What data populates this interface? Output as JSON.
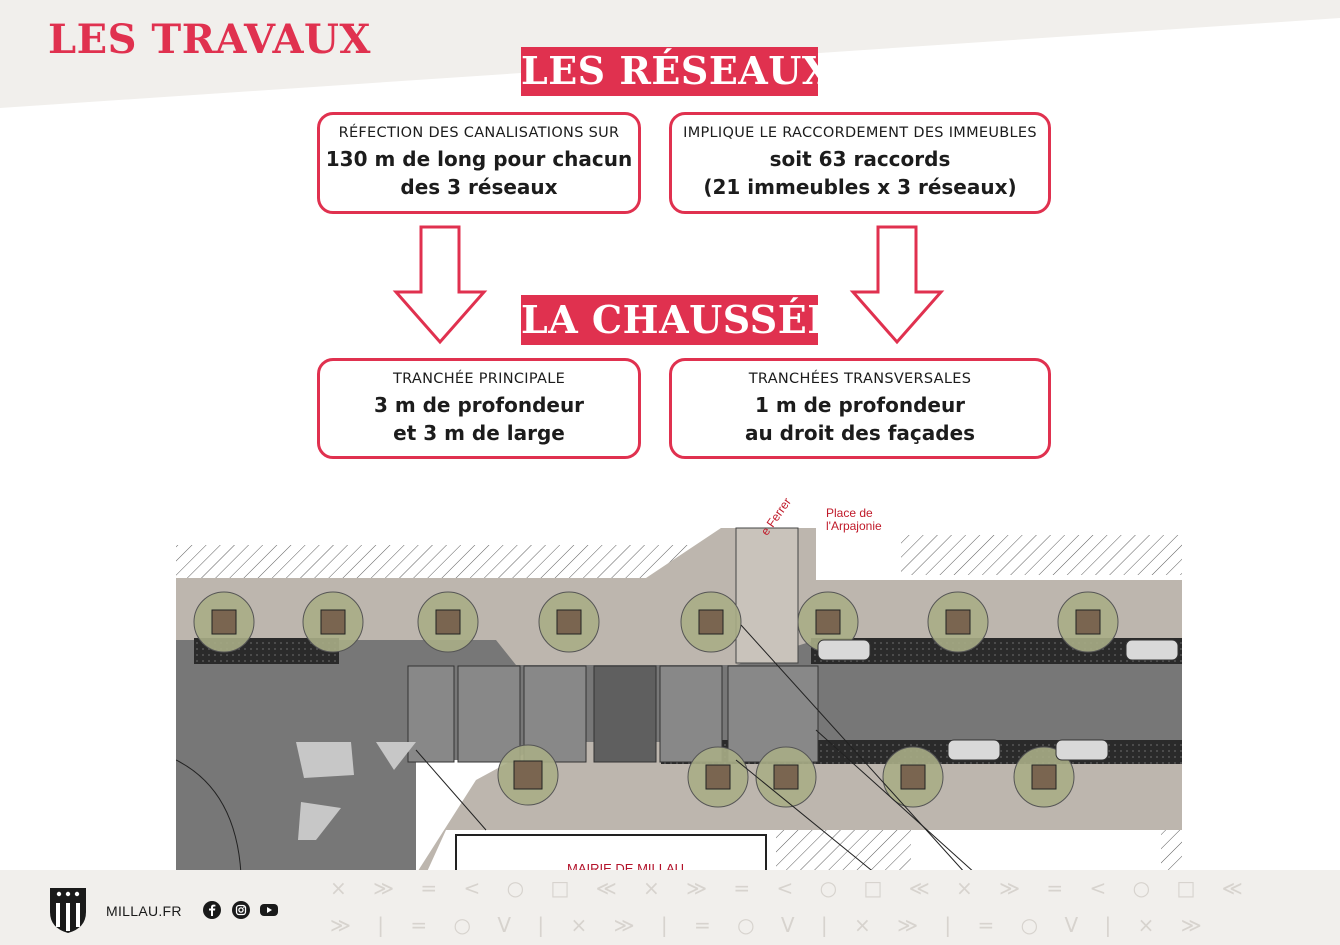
{
  "header": {
    "title": "LES TRAVAUX"
  },
  "reseaux": {
    "banner": "LES RÉSEAUX",
    "boxes": [
      {
        "caption": "RÉFECTION DES CANALISATIONS SUR",
        "line1": "130 m de long pour chacun",
        "line2": "des 3 réseaux"
      },
      {
        "caption": "IMPLIQUE LE RACCORDEMENT DES IMMEUBLES",
        "line1": "soit 63 raccords",
        "line2": "(21 immeubles x 3 réseaux)"
      }
    ]
  },
  "chaussee": {
    "banner": "LA CHAUSSÉE",
    "boxes": [
      {
        "caption": "TRANCHÉE PRINCIPALE",
        "line1": "3 m de profondeur",
        "line2": "et 3 m de large"
      },
      {
        "caption": "TRANCHÉES TRANSVERSALES",
        "line1": "1 m de profondeur",
        "line2": "au droit des façades"
      }
    ]
  },
  "plan": {
    "place_line1": "Place de",
    "place_line2": "l'Arpajonie",
    "street": "e Ferrer",
    "mairie": "MAIRIE DE MILLAU"
  },
  "footer": {
    "site": "MILLAU.FR",
    "pattern_row1": "× ≫ = < ○ □ ≪ × ≫ = < ○ □ ≪ × ≫ = < ○ □ ≪",
    "pattern_row2": "≫ | = ○ V | × ≫ | = ○ V | × ≫ | = ○ V | × ≫",
    "icons": [
      "facebook-icon",
      "instagram-icon",
      "youtube-icon"
    ]
  },
  "colors": {
    "accent": "#e0314f",
    "footer_bg": "#f1efec",
    "top_band": "#f1efec"
  }
}
